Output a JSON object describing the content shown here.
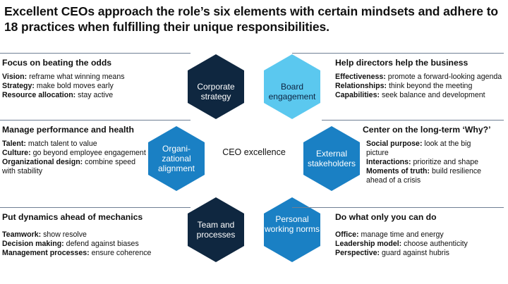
{
  "title": "Excellent CEOs approach the role’s six elements with certain mindsets and adhere to 18 practices when fulfilling their unique responsibilities.",
  "center": "CEO excellence",
  "colors": {
    "dark_navy": "#0f2740",
    "mid_blue": "#1a80c4",
    "light_blue": "#5bc8ef",
    "very_light_blue": "#7fd3f2",
    "line": "#6f7f94"
  },
  "hexagons": [
    {
      "id": "corporate-strategy",
      "label": "Corporate strategy",
      "color": "dark_navy"
    },
    {
      "id": "board-engagement",
      "label": "Board engagement",
      "color": "light_blue"
    },
    {
      "id": "organizational-alignment",
      "label": "Organi- zational alignment",
      "color": "mid_blue"
    },
    {
      "id": "external-stakeholders",
      "label": "External stakeholders",
      "color": "mid_blue"
    },
    {
      "id": "team-and-processes",
      "label": "Team and processes",
      "color": "dark_navy"
    },
    {
      "id": "personal-working-norms",
      "label": "Personal working norms",
      "color": "mid_blue"
    }
  ],
  "panels": {
    "top_left": {
      "heading": "Focus on beating the odds",
      "items": [
        {
          "key": "Vision:",
          "text": "reframe what winning means"
        },
        {
          "key": "Strategy:",
          "text": "make bold moves early"
        },
        {
          "key": "Resource allocation:",
          "text": "stay active"
        }
      ]
    },
    "mid_left": {
      "heading": "Manage performance and health",
      "items": [
        {
          "key": "Talent:",
          "text": "match talent to value"
        },
        {
          "key": "Culture:",
          "text": "go beyond employee engagement"
        },
        {
          "key": "Organizational design:",
          "text": "combine speed with stability"
        }
      ]
    },
    "bottom_left": {
      "heading": "Put dynamics ahead of mechanics",
      "items": [
        {
          "key": "Teamwork:",
          "text": "show resolve"
        },
        {
          "key": "Decision making:",
          "text": "defend against biases"
        },
        {
          "key": "Management processes:",
          "text": "ensure coherence"
        }
      ]
    },
    "top_right": {
      "heading": "Help directors help the business",
      "items": [
        {
          "key": "Effectiveness:",
          "text": "promote a forward-looking agenda"
        },
        {
          "key": "Relationships:",
          "text": "think beyond the meeting"
        },
        {
          "key": "Capabilities:",
          "text": "seek balance and development"
        }
      ]
    },
    "mid_right": {
      "heading": "Center on the long-term ‘Why?’",
      "items": [
        {
          "key": "Social purpose:",
          "text": "look at the big picture"
        },
        {
          "key": "Interactions:",
          "text": "prioritize and shape"
        },
        {
          "key": "Moments of truth:",
          "text": "build resilience ahead of a crisis"
        }
      ]
    },
    "bottom_right": {
      "heading": "Do what only you can do",
      "items": [
        {
          "key": "Office:",
          "text": "manage time and energy"
        },
        {
          "key": "Leadership model:",
          "text": "choose authenticity"
        },
        {
          "key": "Perspective:",
          "text": "guard against hubris"
        }
      ]
    }
  }
}
